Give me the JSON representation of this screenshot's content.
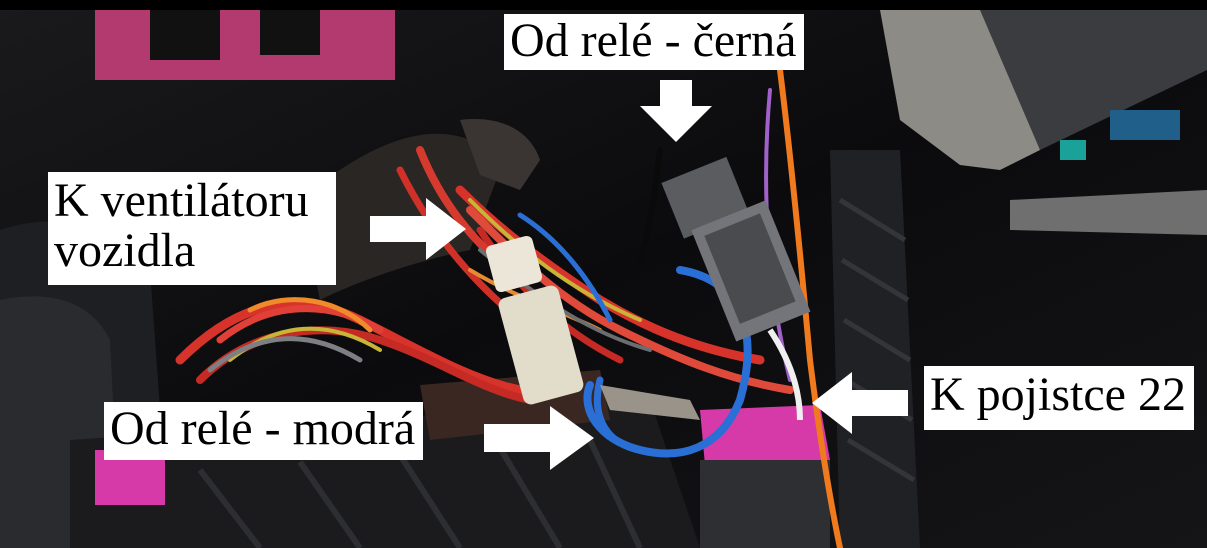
{
  "labels": {
    "relay_black": "Od relé - černá",
    "vehicle_fan_line1": "K ventilátoru",
    "vehicle_fan_line2": "vozidla",
    "relay_blue": "Od relé - modrá",
    "fuse_22": "K pojistce 22"
  },
  "colors": {
    "label_bg": "#ffffff",
    "label_text": "#000000",
    "arrow_fill": "#ffffff",
    "wire_red": "#d8332b",
    "wire_orange": "#f07a1e",
    "wire_blue": "#2a6fd6",
    "connector_magenta": "#d63aa8",
    "connector_white": "#ece6d8"
  }
}
